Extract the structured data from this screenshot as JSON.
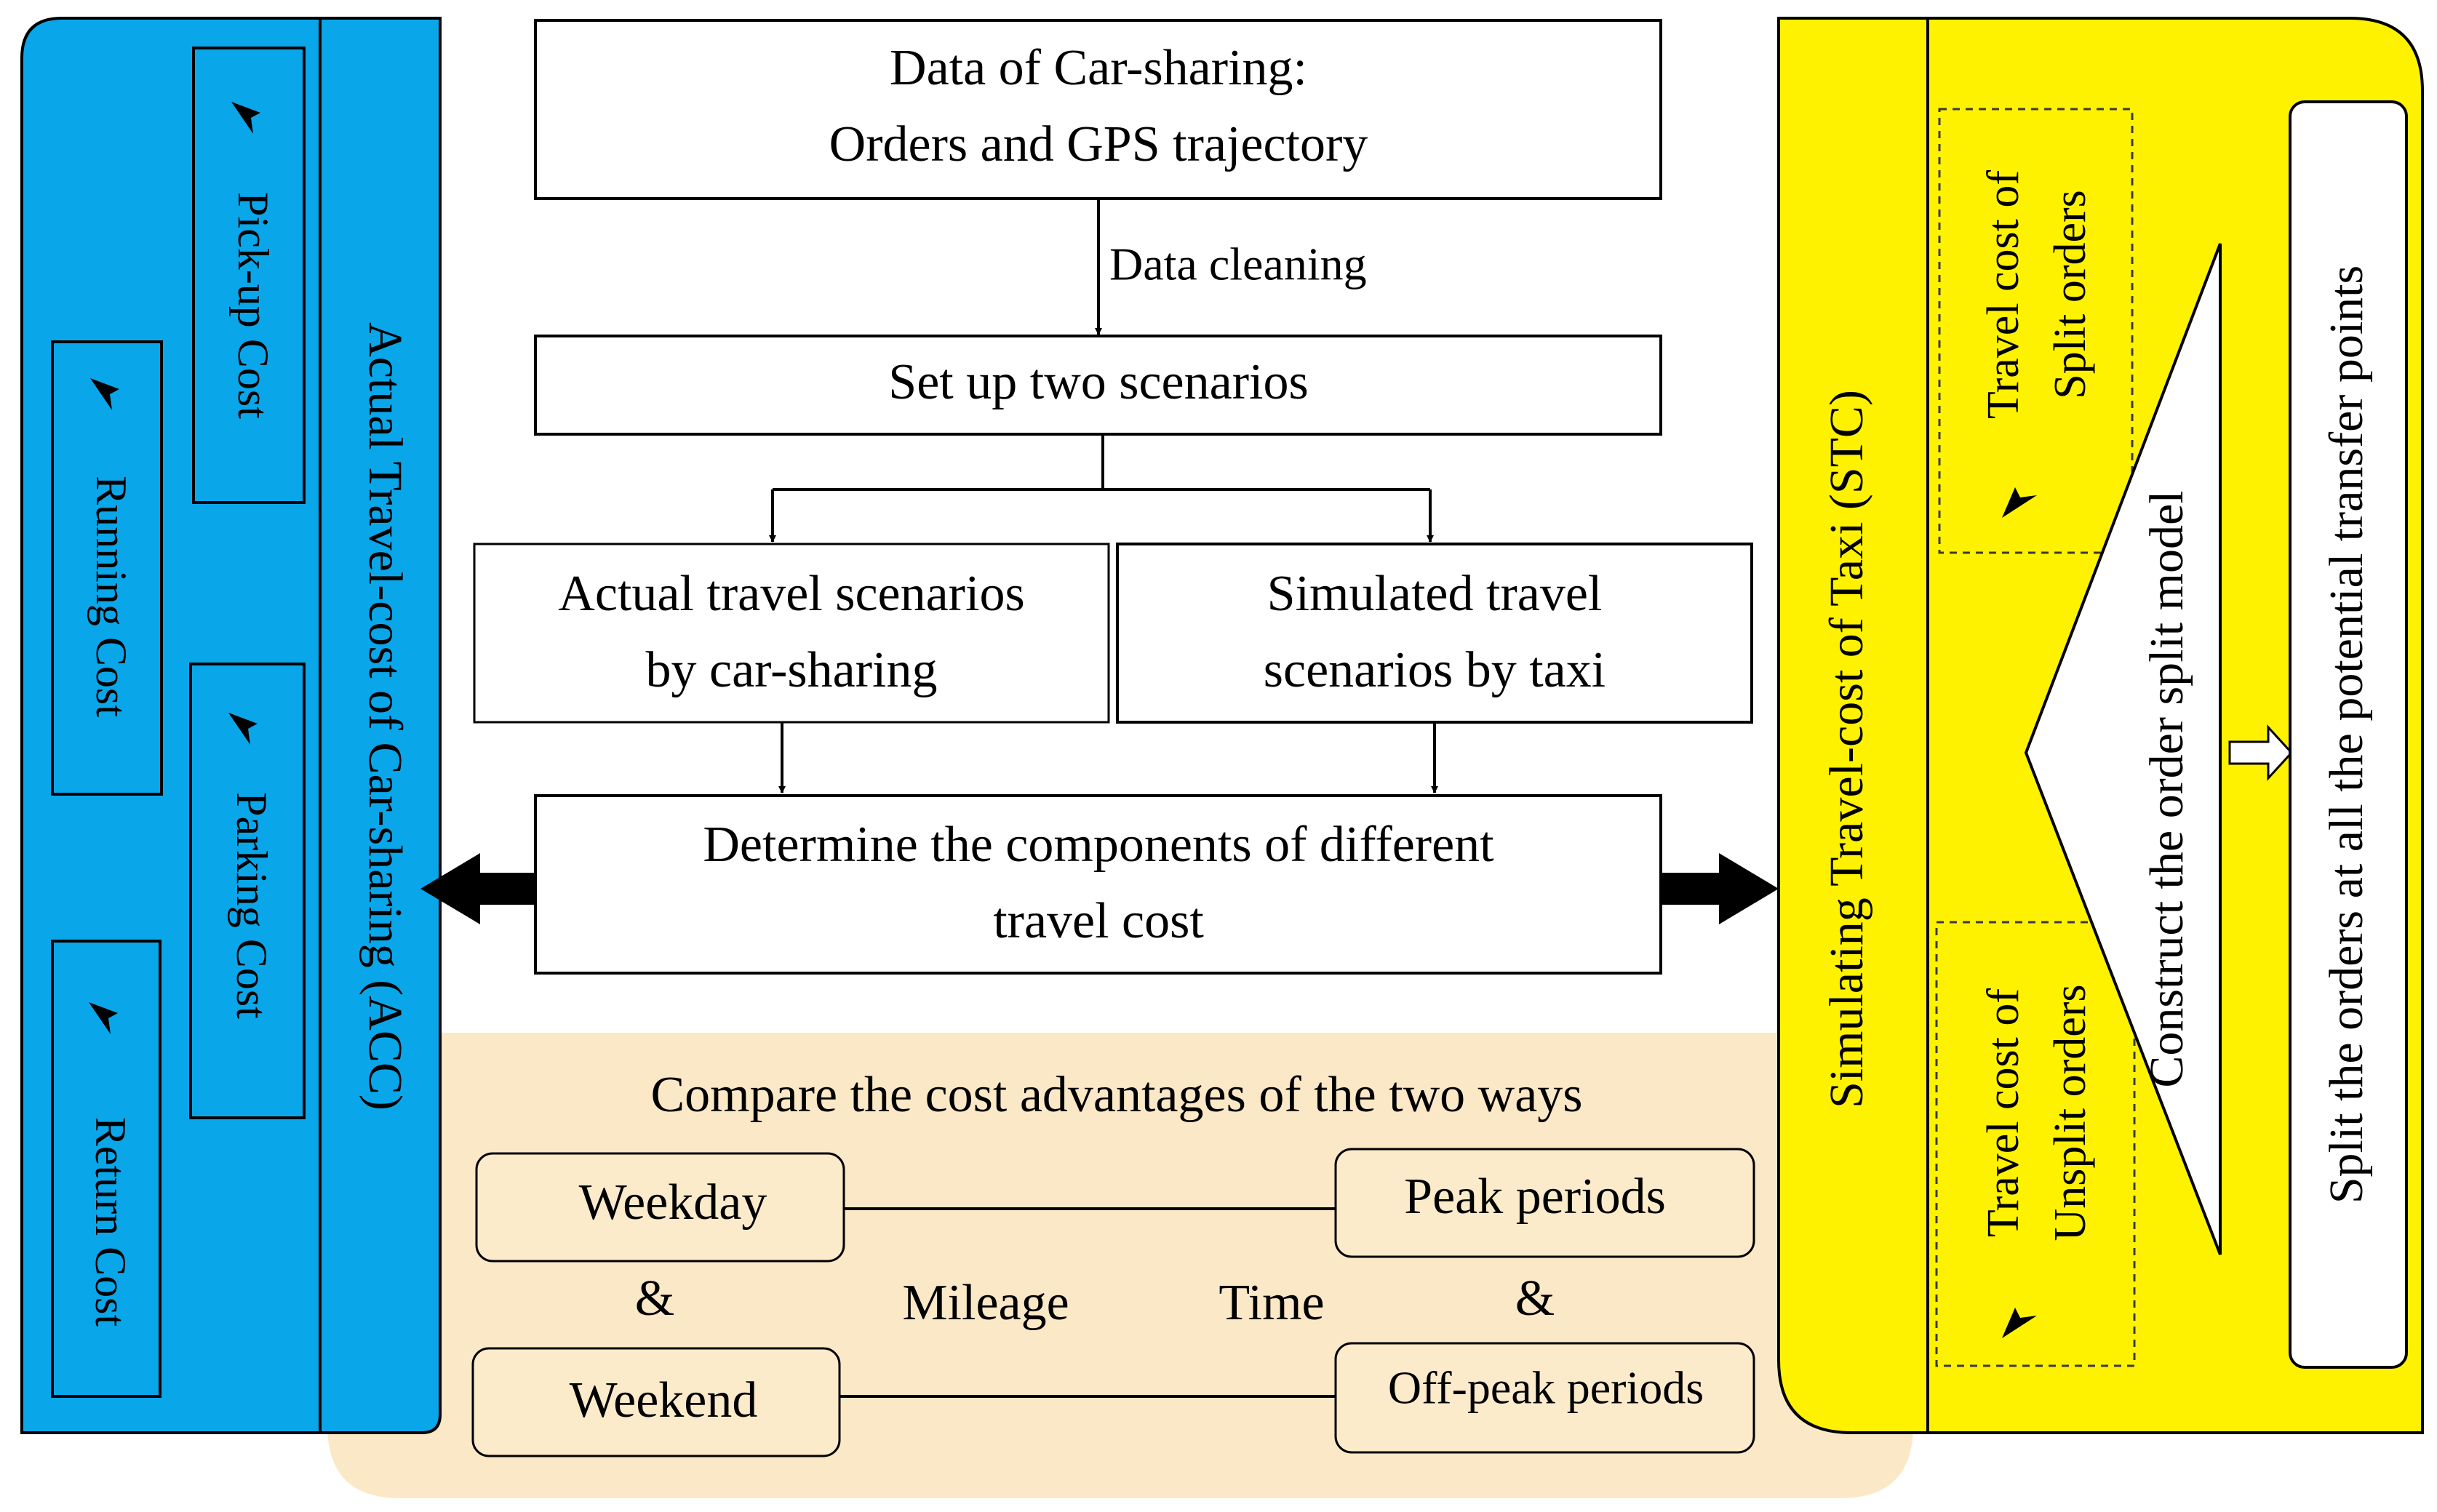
{
  "colors": {
    "acc_panel": "#0AA6EA",
    "stc_panel": "#FFF200",
    "compare_panel": "#FBE8C7",
    "compare_box": "#FCEBCB",
    "box_border": "#000000",
    "dashed_border": "#3a3a3a",
    "white": "#ffffff"
  },
  "flow": {
    "data_box": {
      "line1": "Data of Car-sharing:",
      "line2": "Orders and GPS trajectory"
    },
    "cleaning_label": "Data cleaning",
    "scenarios_box": "Set up two scenarios",
    "actual_box": {
      "line1": "Actual travel scenarios",
      "line2": "by car-sharing"
    },
    "simulated_box": {
      "line1": "Simulated travel",
      "line2": "scenarios by taxi"
    },
    "components_box": {
      "line1": "Determine the components of different",
      "line2": "travel cost"
    }
  },
  "acc_panel": {
    "title": "Actual Travel-cost of Car-sharing (ACC)",
    "items": [
      {
        "label": "Pick-up Cost",
        "icon": "arrowhead-icon"
      },
      {
        "label": "Running Cost",
        "icon": "arrowhead-icon"
      },
      {
        "label": "Parking Cost",
        "icon": "arrowhead-icon"
      },
      {
        "label": "Return Cost",
        "icon": "arrowhead-icon"
      }
    ]
  },
  "stc_panel": {
    "title": "Simulating Travel-cost of Taxi (STC)",
    "split_box": {
      "line1": "Travel cost of",
      "line2": "Split orders"
    },
    "unsplit_box": {
      "line1": "Travel cost of",
      "line2": "Unsplit orders"
    },
    "model_label": "Construct the order split model",
    "transfer_label": "Split the orders at all the potential transfer points"
  },
  "compare_panel": {
    "title": "Compare the cost advantages of the two ways",
    "weekday": "Weekday",
    "weekend": "Weekend",
    "amp_left": "&",
    "amp_right": "&",
    "mileage": "Mileage",
    "time": "Time",
    "peak": "Peak periods",
    "offpeak": "Off-peak periods"
  }
}
